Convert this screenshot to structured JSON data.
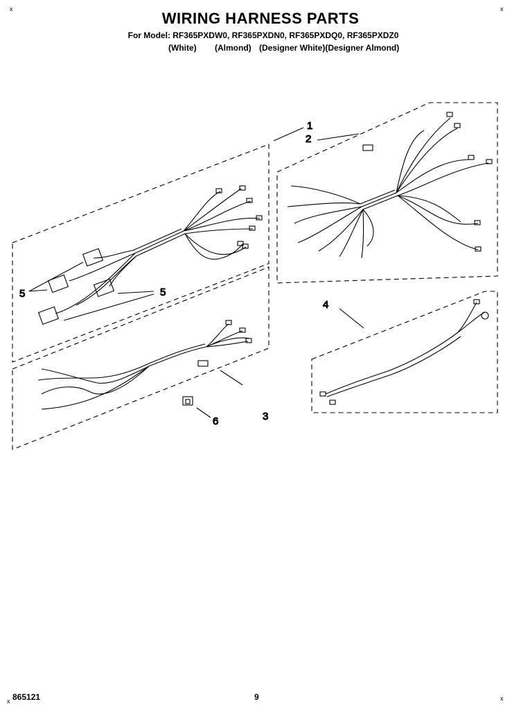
{
  "header": {
    "title": "WIRING HARNESS PARTS",
    "models": "For Model: RF365PXDW0, RF365PXDN0, RF365PXDQ0, RF365PXDZ0",
    "variants": [
      "(White)",
      "(Almond)",
      "(Designer White)(Designer Almond)"
    ]
  },
  "callouts": [
    "1",
    "2",
    "3",
    "4",
    "5",
    "5",
    "6"
  ],
  "footer": {
    "doc_number": "865121",
    "page_number": "9"
  },
  "corner_marks": [
    "x",
    "x",
    "x",
    "x"
  ],
  "colors": {
    "ink": "#000000",
    "paper": "#ffffff"
  }
}
